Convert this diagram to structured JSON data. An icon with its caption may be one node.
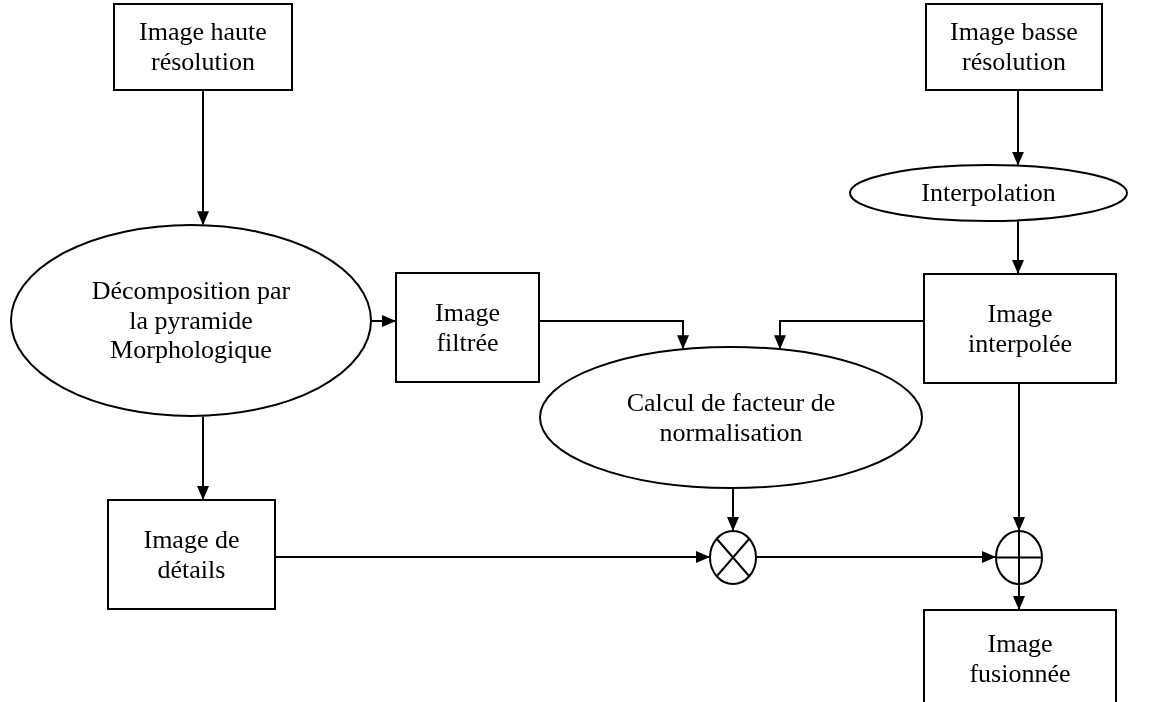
{
  "diagram": {
    "nodes": [
      {
        "text": [
          "Image haute résolution"
        ]
      },
      {
        "text": [
          "Image basse résolution"
        ]
      },
      {
        "text": [
          "Interpolation"
        ]
      },
      {
        "text": [
          "Décomposition par la pyramide Morphologique"
        ]
      },
      {
        "text": [
          "Image filtrée"
        ]
      },
      {
        "text": [
          "Image interpolée"
        ]
      },
      {
        "text": [
          "Calcul de facteur de normalisation"
        ]
      },
      {
        "text": [
          "Image de détails"
        ]
      },
      {
        "text": [],
        "shape": "circle"
      },
      {
        "text": [],
        "shape": "circle"
      },
      {
        "text": [
          "Image fusionnée"
        ]
      }
    ],
    "edges": [
      {
        "from": 0,
        "to": 3,
        "arrow": "to"
      },
      {
        "from": 1,
        "to": 2,
        "arrow": "to"
      },
      {
        "from": 2,
        "to": 5,
        "arrow": "to"
      },
      {
        "from": 3,
        "to": 4,
        "arrow": "to"
      },
      {
        "from": 3,
        "to": 7,
        "arrow": "to"
      },
      {
        "from": 4,
        "to": 6,
        "arrow": "to"
      },
      {
        "from": 5,
        "to": 6,
        "arrow": "to"
      },
      {
        "from": 6,
        "to": 8,
        "arrow": "to"
      },
      {
        "from": 7,
        "to": 8,
        "arrow": "to"
      },
      {
        "from": 8,
        "to": 9,
        "arrow": "to"
      },
      {
        "from": 5,
        "to": 9,
        "arrow": "to"
      },
      {
        "from": 9,
        "to": 10,
        "arrow": "to"
      }
    ]
  }
}
